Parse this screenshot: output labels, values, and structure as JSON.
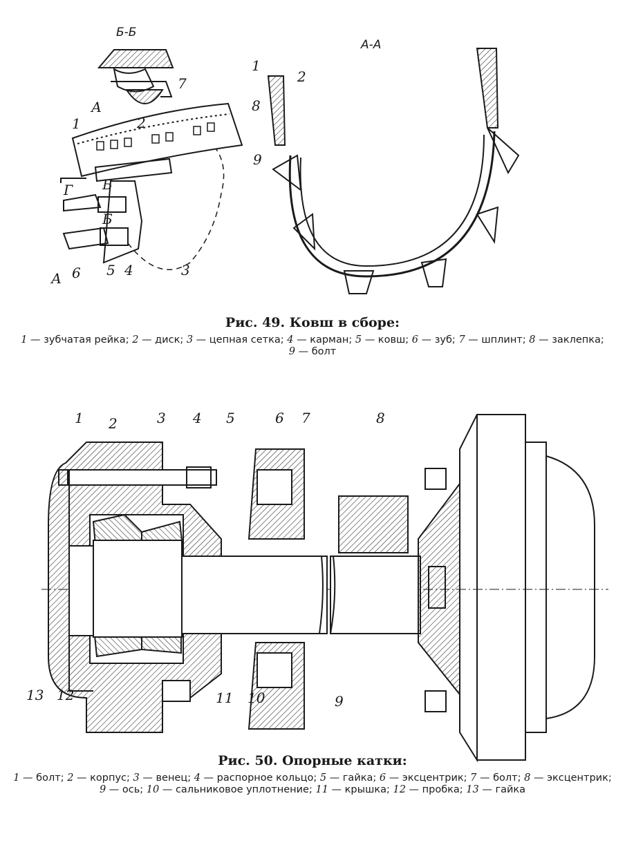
{
  "fig49": {
    "section_bb": "Б-Б",
    "section_aa": "А-А",
    "labels": {
      "1": "1",
      "2": "2",
      "3": "3",
      "4": "4",
      "5": "5",
      "6": "6",
      "7": "7",
      "8": "8",
      "9": "9"
    },
    "markers": {
      "A": "А",
      "B": "Б",
      "G": "Г"
    },
    "title": "Рис. 49. Ковш в сборе:",
    "legend": [
      {
        "num": "1",
        "text": "зубчатая рейка;"
      },
      {
        "num": "2",
        "text": "диск;"
      },
      {
        "num": "3",
        "text": "цепная сетка;"
      },
      {
        "num": "4",
        "text": "карман;"
      },
      {
        "num": "5",
        "text": "ковш;"
      },
      {
        "num": "6",
        "text": "зуб;"
      },
      {
        "num": "7",
        "text": "шплинт;"
      },
      {
        "num": "8",
        "text": "заклепка;"
      },
      {
        "num": "9",
        "text": "болт"
      }
    ]
  },
  "fig50": {
    "labels": {
      "1": "1",
      "2": "2",
      "3": "3",
      "4": "4",
      "5": "5",
      "6": "6",
      "7": "7",
      "8": "8",
      "9": "9",
      "10": "10",
      "11": "11",
      "12": "12",
      "13": "13"
    },
    "title": "Рис. 50. Опорные катки:",
    "legend": [
      {
        "num": "1",
        "text": "болт;"
      },
      {
        "num": "2",
        "text": "корпус;"
      },
      {
        "num": "3",
        "text": "венец;"
      },
      {
        "num": "4",
        "text": "распорное кольцо;"
      },
      {
        "num": "5",
        "text": "гайка;"
      },
      {
        "num": "6",
        "text": "эксцентрик;"
      },
      {
        "num": "7",
        "text": "болт;"
      },
      {
        "num": "8",
        "text": "эксцентрик;"
      },
      {
        "num": "9",
        "text": "ось;"
      },
      {
        "num": "10",
        "text": "сальниковое уплотнение;"
      },
      {
        "num": "11",
        "text": "крышка;"
      },
      {
        "num": "12",
        "text": "пробка;"
      },
      {
        "num": "13",
        "text": "гайка"
      }
    ]
  }
}
